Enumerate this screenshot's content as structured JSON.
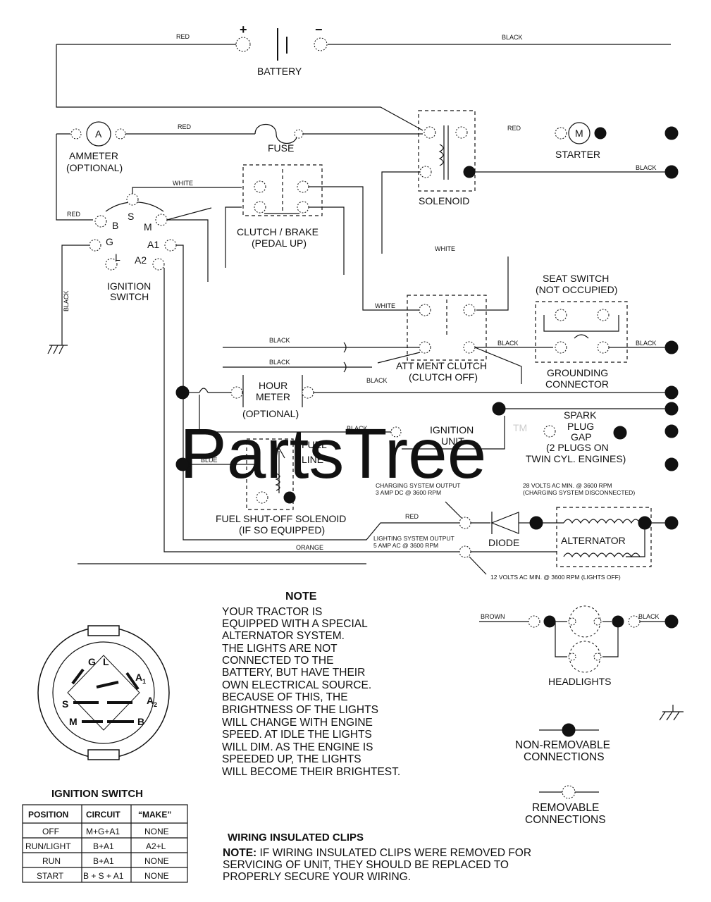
{
  "watermark": {
    "text": "PartsTree",
    "tm": "TM"
  },
  "battery": {
    "plus": "+",
    "minus": "−",
    "label": "BATTERY"
  },
  "wires": {
    "red_top": "RED",
    "black_top": "BLACK",
    "red_fuse": "RED",
    "red_solenoid": "RED",
    "black_starter": "BLACK",
    "white_ign": "WHITE",
    "red_ign": "RED",
    "black_ground": "BLACK",
    "white_mid": "WHITE",
    "white_att": "WHITE",
    "black_att1": "BLACK",
    "black_att2": "BLACK",
    "black_att3": "BLACK",
    "black_seat_l": "BLACK",
    "black_seat_r": "BLACK",
    "black_ignunit": "BLACK",
    "blue": "BLUE",
    "red_diode": "RED",
    "orange": "ORANGE",
    "brown": "BROWN",
    "black_head": "BLACK"
  },
  "components": {
    "ammeter": {
      "symbol": "A",
      "label": "AMMETER",
      "sub": "(OPTIONAL)"
    },
    "fuse": "FUSE",
    "starter": {
      "symbol": "M",
      "label": "STARTER"
    },
    "solenoid": "SOLENOID",
    "clutch_brake": {
      "label": "CLUTCH / BRAKE",
      "sub": "(PEDAL UP)"
    },
    "ignition_switch": {
      "label": "IGNITION",
      "sub": "SWITCH",
      "terminals": [
        "S",
        "B",
        "M",
        "G",
        "A1",
        "L",
        "A2"
      ]
    },
    "seat_switch": {
      "label": "SEAT SWITCH",
      "sub": "(NOT OCCUPIED)"
    },
    "grounding_connector": {
      "label": "GROUNDING",
      "sub": "CONNECTOR"
    },
    "att_clutch": {
      "label": "ATT MENT CLUTCH",
      "sub": "(CLUTCH OFF)"
    },
    "hour_meter": {
      "label": "HOUR",
      "sub": "METER",
      "opt": "(OPTIONAL)"
    },
    "ignition_unit": {
      "label": "IGNITION",
      "sub": "UNIT"
    },
    "spark_plug": {
      "l1": "SPARK",
      "l2": "PLUG",
      "l3": "GAP",
      "l4": "(2 PLUGS ON",
      "l5": "TWIN CYL. ENGINES)"
    },
    "fuel_line": {
      "label": "FUEL",
      "sub": "LINE"
    },
    "fuel_solenoid": {
      "label": "FUEL SHUT-OFF SOLENOID",
      "sub": "(IF SO EQUIPPED)"
    },
    "charging": {
      "l1": "CHARGING SYSTEM OUTPUT",
      "l2": "3 AMP DC @ 3600 RPM"
    },
    "ac_min": {
      "l1": "28 VOLTS AC MIN. @ 3600 RPM",
      "l2": "(CHARGING SYSTEM DISCONNECTED)"
    },
    "diode": "DIODE",
    "alternator": "ALTERNATOR",
    "lighting": {
      "l1": "LIGHTING SYSTEM OUTPUT",
      "l2": "5 AMP AC @ 3600 RPM"
    },
    "lights_off": "12 VOLTS AC MIN. @ 3600 RPM (LIGHTS OFF)",
    "headlights": "HEADLIGHTS"
  },
  "note": {
    "title": "NOTE",
    "lines": [
      "YOUR TRACTOR IS",
      "EQUIPPED WITH A SPECIAL",
      "ALTERNATOR SYSTEM.",
      "THE LIGHTS ARE NOT",
      "CONNECTED TO THE",
      "BATTERY, BUT HAVE THEIR",
      "OWN ELECTRICAL SOURCE.",
      "BECAUSE OF THIS, THE",
      "BRIGHTNESS OF THE LIGHTS",
      "WILL CHANGE WITH ENGINE",
      "SPEED.  AT IDLE THE LIGHTS",
      "WILL DIM.  AS THE ENGINE IS",
      "SPEEDED UP, THE LIGHTS",
      "WILL BECOME THEIR BRIGHTEST."
    ]
  },
  "legend": {
    "nonremovable": {
      "l1": "NON-REMOVABLE",
      "l2": "CONNECTIONS"
    },
    "removable": {
      "l1": "REMOVABLE",
      "l2": "CONNECTIONS"
    }
  },
  "switch_detail": {
    "title": "IGNITION SWITCH",
    "pins": {
      "g": "G",
      "l": "L",
      "a1": "A",
      "a1sub": "1",
      "s": "S",
      "a2": "A",
      "a2sub": "2",
      "m": "M",
      "b": "B"
    }
  },
  "table": {
    "headers": [
      "POSITION",
      "CIRCUIT",
      "“MAKE”"
    ],
    "rows": [
      [
        "OFF",
        "M+G+A1",
        "NONE"
      ],
      [
        "RUN/LIGHT",
        "B+A1",
        "A2+L"
      ],
      [
        "RUN",
        "B+A1",
        "NONE"
      ],
      [
        "START",
        "B + S + A1",
        "NONE"
      ]
    ]
  },
  "clips": {
    "title": "WIRING INSULATED CLIPS",
    "note_label": "NOTE:",
    "l1": " IF WIRING INSULATED CLIPS WERE REMOVED FOR",
    "l2": "SERVICING OF UNIT, THEY SHOULD BE REPLACED TO",
    "l3": "PROPERLY SECURE YOUR WIRING."
  }
}
